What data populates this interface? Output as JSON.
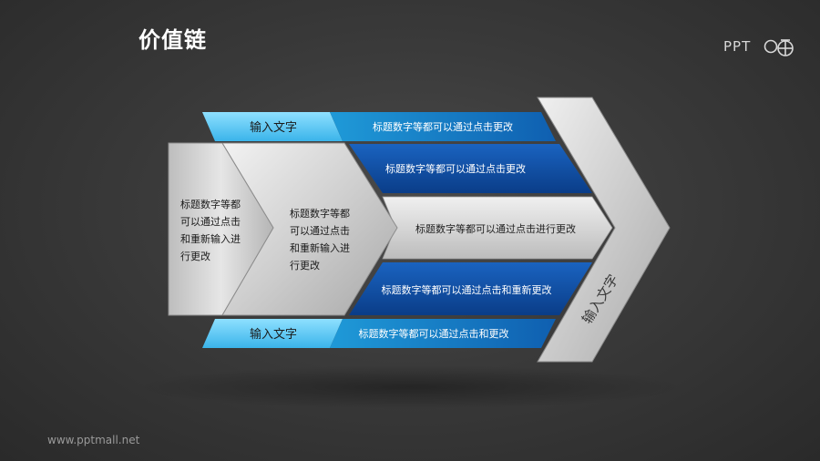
{
  "title": "价值链",
  "logo_text": "PPTO",
  "footer_url": "www.pptmall.net",
  "colors": {
    "light_blue": "#5ac8f0",
    "mid_blue": "#1a7ec8",
    "dark_blue": "#0d4a9e",
    "silver": "#d8d8d8"
  },
  "diagram": {
    "top_bar_left": "输入文字",
    "top_bar_right": "标题数字等都可以通过点击更改",
    "bottom_bar_left": "输入文字",
    "bottom_bar_right": "标题数字等都可以通过点击和更改",
    "block1_lines": [
      "标题数字等都",
      "可以通过点击",
      "和重新输入进",
      "行更改"
    ],
    "block2_lines": [
      "标题数字等都",
      "可以通过点击",
      "和重新输入进",
      "行更改"
    ],
    "row1": "标题数字等都可以通过点击更改",
    "row2": "标题数字等都可以通过点击进行更改",
    "row3": "标题数字等都可以通过点击和重新更改",
    "arrow_label": "输入文字"
  }
}
